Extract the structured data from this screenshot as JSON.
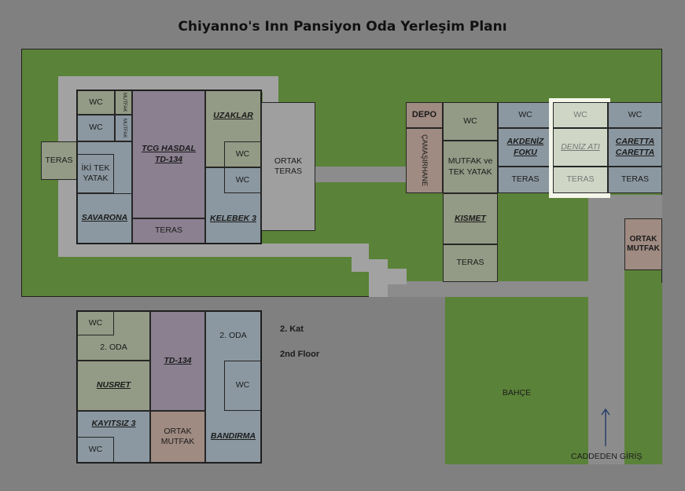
{
  "title": "Chiyanno's Inn Pansiyon Oda Yerleşim Planı",
  "floor_note": {
    "tr": "2. Kat",
    "en": "2nd Floor"
  },
  "garden_label": "BAHÇE",
  "entrance_label": "CADDEDEN GİRİŞ",
  "colors": {
    "grass": "#5a8238",
    "path": "#a2a2a2",
    "highlight": "#f4f6ea"
  },
  "ground_left": {
    "wc_1": "WC",
    "mutfak_1": "MUTFAK",
    "wc_2": "WC",
    "mutfak_2": "MUTFAK",
    "iki_tek_yatak": "İKİ TEK YATAK",
    "teras_left": "TERAS",
    "savarona": "SAVARONA",
    "tcg_hasdal": "TCG HASDAL TD-134",
    "teras_hasdal": "TERAS",
    "uzaklar": "UZAKLAR",
    "wc_3": "WC",
    "wc_4": "WC",
    "kelebek": "KELEBEK 3",
    "ortak_teras": "ORTAK TERAS"
  },
  "ground_right": {
    "depo": "DEPO",
    "camasirhane": "ÇAMAŞIRHANE",
    "wc_mutfak": "WC",
    "mutfak_tek_yatak": "MUTFAK ve TEK YATAK",
    "kismet": "KISMET",
    "teras_kismet": "TERAS",
    "wc_akdeniz": "WC",
    "akdeniz": "AKDENİZ FOKU",
    "teras_akdeniz": "TERAS",
    "wc_deniz": "WC",
    "deniz_ati": "DENİZ ATI",
    "teras_deniz": "TERAS",
    "wc_caretta": "WC",
    "caretta": "CARETTA CARETTA",
    "teras_caretta": "TERAS",
    "ortak_mutfak": "ORTAK MUTFAK"
  },
  "second_floor": {
    "wc_1": "WC",
    "oda_2_left": "2. ODA",
    "nusret": "NUSRET",
    "kayitsiz": "KAYITSIZ 3",
    "wc_2": "WC",
    "td_134": "TD-134",
    "ortak_mutfak": "ORTAK MUTFAK",
    "oda_2_right": "2. ODA",
    "wc_3": "WC",
    "bandirma": "BANDIRMA"
  }
}
